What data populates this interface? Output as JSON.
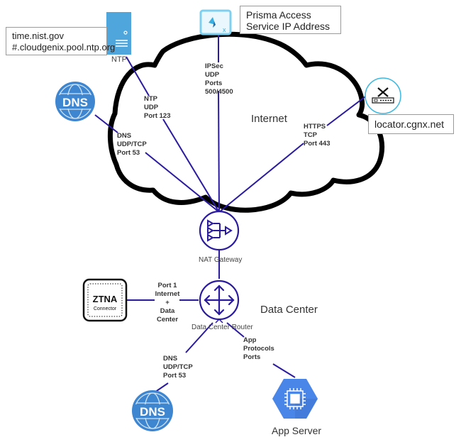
{
  "diagram": {
    "colors": {
      "link": "#2a1a9e",
      "cloud_outline": "#000000",
      "ntp_server": "#4ea6dd",
      "prisma_border": "#7fd0ee",
      "prisma_icon": "#3aaee0",
      "locator_ring": "#3bb8e0",
      "dns_icon": "#3e86d0",
      "app_server": "#4a86e8"
    },
    "zones": {
      "internet_label": "Internet",
      "data_center_label": "Data Center"
    },
    "nodes": {
      "ntp": {
        "icon": "server-icon",
        "caption": "NTP",
        "callout": [
          "time.nist.gov",
          "#.cloudgenix.pool.ntp.org"
        ]
      },
      "prisma": {
        "icon": "prisma-access-icon",
        "callout": [
          "Prisma Access",
          "Service IP Address"
        ]
      },
      "locator": {
        "icon": "router-x-icon",
        "callout": [
          "locator.cgnx.net"
        ]
      },
      "dns_internet": {
        "icon": "dns-globe-icon",
        "label": "DNS"
      },
      "nat_gateway": {
        "icon": "nat-gateway-icon",
        "caption": "NAT Gateway"
      },
      "ztna": {
        "icon": "ztna-connector-icon",
        "title": "ZTNA",
        "subtitle": "Connector"
      },
      "dc_router": {
        "icon": "router-arrows-icon",
        "caption": "Data Center Router"
      },
      "dns_dc": {
        "icon": "dns-globe-icon",
        "label": "DNS"
      },
      "app_server": {
        "icon": "compute-chip-icon",
        "caption": "App Server"
      }
    },
    "links": {
      "ntp": [
        "NTP",
        "UDP",
        "Port 123"
      ],
      "dns_internet": [
        "DNS",
        "UDP/TCP",
        "Port 53"
      ],
      "ipsec": [
        "IPSec",
        "UDP",
        "Ports",
        "500/4500"
      ],
      "https": [
        "HTTPS",
        "TCP",
        "Port 443"
      ],
      "ztna_port": [
        "Port 1",
        "Internet",
        "+",
        "Data",
        "Center"
      ],
      "dns_dc": [
        "DNS",
        "UDP/TCP",
        "Port 53"
      ],
      "app": [
        "App",
        "Protocols",
        "Ports"
      ]
    }
  }
}
